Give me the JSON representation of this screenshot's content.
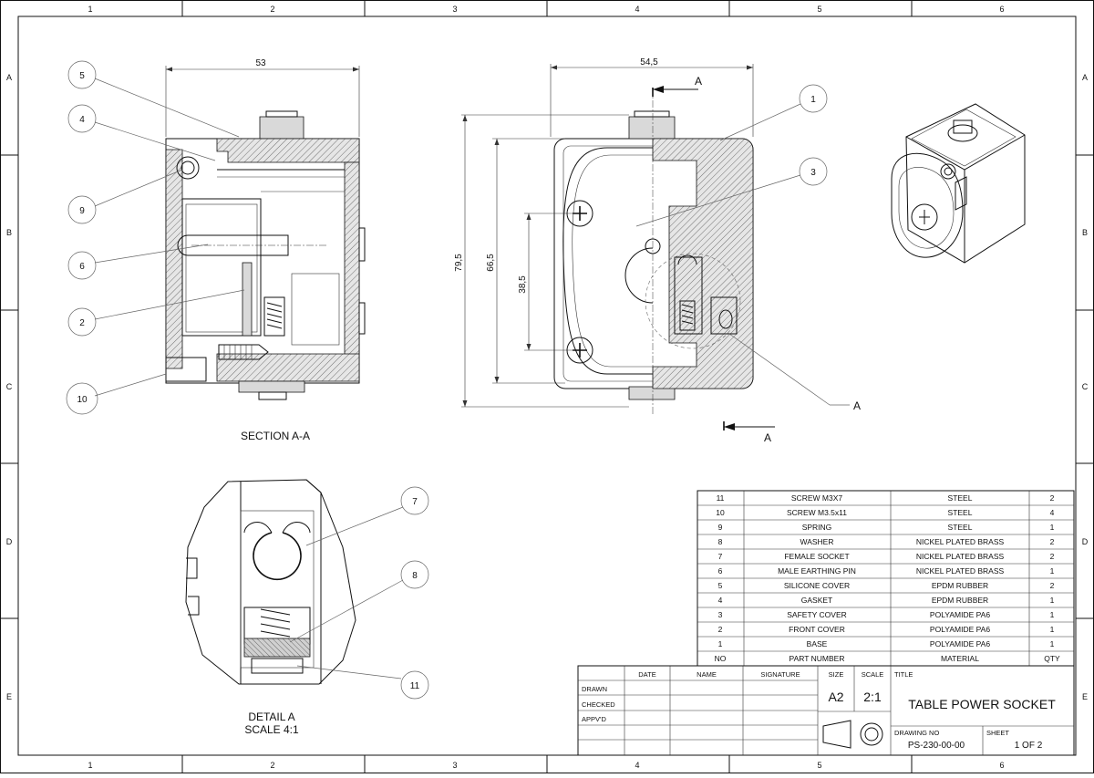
{
  "grid": {
    "columns": [
      "1",
      "2",
      "3",
      "4",
      "5",
      "6"
    ],
    "rows": [
      "A",
      "B",
      "C",
      "D",
      "E"
    ]
  },
  "views": {
    "section_title": "SECTION  A-A",
    "detail_title": "DETAIL A",
    "detail_scale": "SCALE 4:1",
    "section_marker": "A"
  },
  "dimensions": {
    "section_width": "53",
    "front_width": "54,5",
    "front_height": "79,5",
    "front_inner_height": "66,5",
    "front_center_height": "38,5"
  },
  "balloons": {
    "section": [
      "5",
      "4",
      "9",
      "6",
      "2",
      "10"
    ],
    "front": [
      "1",
      "3"
    ],
    "detail": [
      "7",
      "8",
      "11"
    ]
  },
  "bom": {
    "headers": [
      "NO",
      "PART NUMBER",
      "MATERIAL",
      "QTY"
    ],
    "rows": [
      [
        "11",
        "SCREW M3X7",
        "STEEL",
        "2"
      ],
      [
        "10",
        "SCREW M3.5x11",
        "STEEL",
        "4"
      ],
      [
        "9",
        "SPRING",
        "STEEL",
        "1"
      ],
      [
        "8",
        "WASHER",
        "NICKEL PLATED BRASS",
        "2"
      ],
      [
        "7",
        "FEMALE SOCKET",
        "NICKEL PLATED BRASS",
        "2"
      ],
      [
        "6",
        "MALE EARTHING PIN",
        "NICKEL PLATED BRASS",
        "1"
      ],
      [
        "5",
        "SILICONE COVER",
        "EPDM RUBBER",
        "2"
      ],
      [
        "4",
        "GASKET",
        "EPDM RUBBER",
        "1"
      ],
      [
        "3",
        "SAFETY COVER",
        "POLYAMIDE PA6",
        "1"
      ],
      [
        "2",
        "FRONT COVER",
        "POLYAMIDE PA6",
        "1"
      ],
      [
        "1",
        "BASE",
        "POLYAMIDE PA6",
        "1"
      ]
    ]
  },
  "title_block": {
    "col_headers": [
      "DATE",
      "NAME",
      "SIGNATURE"
    ],
    "row_labels": [
      "DRAWN",
      "CHECKED",
      "APPV'D"
    ],
    "size_label": "SIZE",
    "size_value": "A2",
    "scale_label": "SCALE",
    "scale_value": "2:1",
    "title_label": "TITLE",
    "title_value": "TABLE POWER SOCKET",
    "drawing_no_label": "DRAWING NO",
    "drawing_no_value": "PS-230-00-00",
    "sheet_label": "SHEET",
    "sheet_value": "1 OF 2"
  }
}
